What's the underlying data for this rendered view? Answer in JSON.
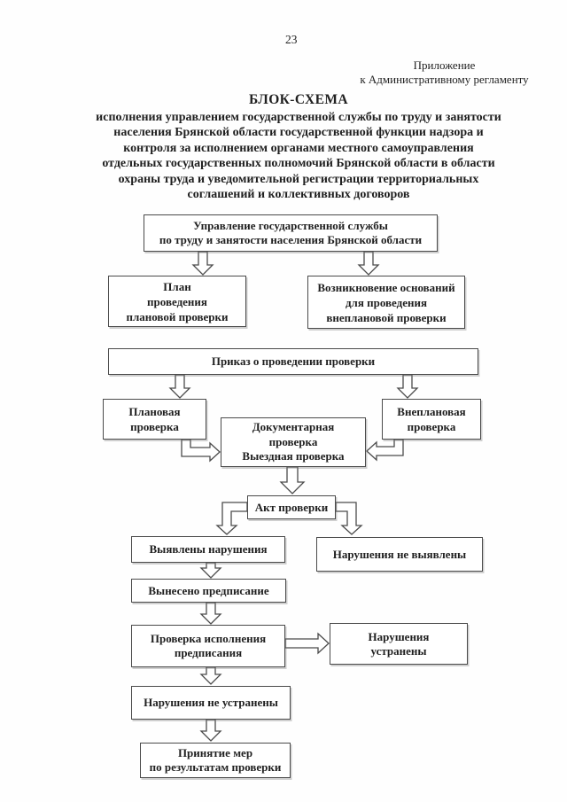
{
  "page": {
    "number": "23",
    "appendix": "Приложение\nк Административному регламенту",
    "title": "БЛОК-СХЕМА",
    "subtitle": "исполнения управлением государственной службы по труду и занятости\nнаселения Брянской области государственной функции надзора и\nконтроля за исполнением органами местного самоуправления\nотдельных государственных полномочий Брянской области в области\nохраны труда и уведомительной регистрации территориальных\nсоглашений и коллективных договоров"
  },
  "flowchart": {
    "nodes": {
      "authority": "Управление государственной службы\nпо труду и занятости населения Брянской области",
      "plan": "План\nпроведения\nплановой проверки",
      "grounds": "Возникновение оснований\nдля проведения\nвнеплановой проверки",
      "order": "Приказ о проведении проверки",
      "planned": "Плановая\nпроверка",
      "unplanned": "Внеплановая\nпроверка",
      "documentary": "Документарная\nпроверка\nВыездная проверка",
      "act": "Акт проверки",
      "violations_found": "Выявлены нарушения",
      "violations_not_found": "Нарушения не выявлены",
      "order_issued": "Вынесено предписание",
      "execution_check": "Проверка исполнения\nпредписания",
      "violations_fixed": "Нарушения\nустранены",
      "violations_not_fixed": "Нарушения не устранены",
      "measures": "Принятие мер\nпо результатам проверки"
    }
  },
  "colors": {
    "background": "#fefefe",
    "ink": "#1f1f1f",
    "border": "#4a4a4a"
  }
}
